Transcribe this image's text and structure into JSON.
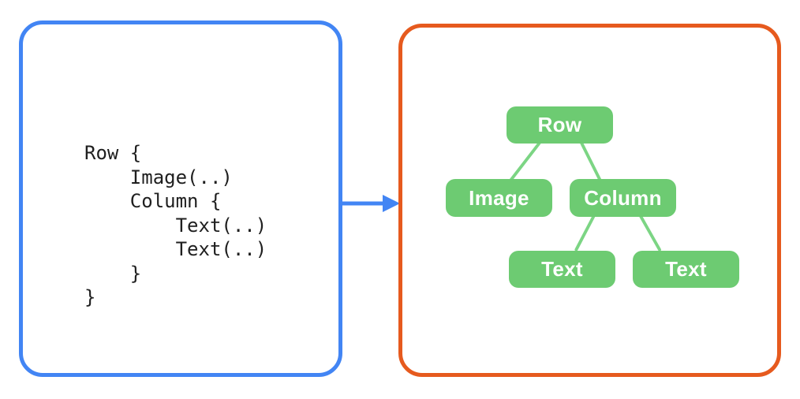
{
  "code_panel": {
    "lines": [
      "Row {",
      "    Image(..)",
      "    Column {",
      "        Text(..)",
      "        Text(..)",
      "    }",
      "}"
    ]
  },
  "arrow": {
    "icon": "right-arrow-icon"
  },
  "tree_panel": {
    "nodes": [
      {
        "id": "row",
        "label": "Row"
      },
      {
        "id": "image",
        "label": "Image"
      },
      {
        "id": "column",
        "label": "Column"
      },
      {
        "id": "text-1",
        "label": "Text"
      },
      {
        "id": "text-2",
        "label": "Text"
      }
    ],
    "edges": [
      {
        "from": "row",
        "to": "image"
      },
      {
        "from": "row",
        "to": "column"
      },
      {
        "from": "column",
        "to": "text-1"
      },
      {
        "from": "column",
        "to": "text-2"
      }
    ]
  },
  "colors": {
    "background": "#FFFFFF",
    "code_panel_border": "#4285F4",
    "arrow": "#4285F4",
    "tree_panel_border": "#E65A1E",
    "node_fill": "#6DCB72",
    "edge_stroke": "#7CD584",
    "node_text": "#FFFFFF",
    "code_text": "#1F1F1F"
  }
}
